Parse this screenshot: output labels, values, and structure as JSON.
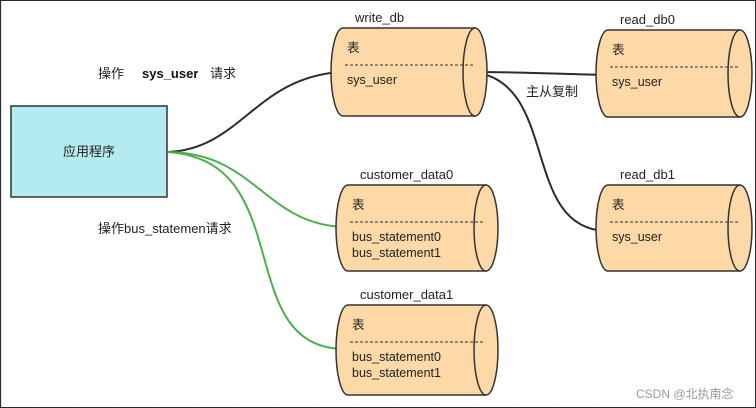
{
  "labels": {
    "op_prefix": "操作",
    "op_table": "sys_user",
    "op_suffix": "请求",
    "op2": "操作bus_statemen请求",
    "replication": "主从复制",
    "watermark": "CSDN @北执南念"
  },
  "app": {
    "label": "应用程序"
  },
  "databases": [
    {
      "title": "write_db",
      "header": "表",
      "rows": [
        "sys_user"
      ]
    },
    {
      "title": "read_db0",
      "header": "表",
      "rows": [
        "sys_user"
      ]
    },
    {
      "title": "read_db1",
      "header": "表",
      "rows": [
        "sys_user"
      ]
    },
    {
      "title": "customer_data0",
      "header": "表",
      "rows": [
        "bus_statement0",
        "bus_statement1"
      ]
    },
    {
      "title": "customer_data1",
      "header": "表",
      "rows": [
        "bus_statement0",
        "bus_statement1"
      ]
    }
  ],
  "colors": {
    "cylinder_fill": "#fdd9a8",
    "app_fill": "#b4ebf1",
    "arrow_dark": "#2d2d2d",
    "arrow_green": "#4caf50"
  }
}
